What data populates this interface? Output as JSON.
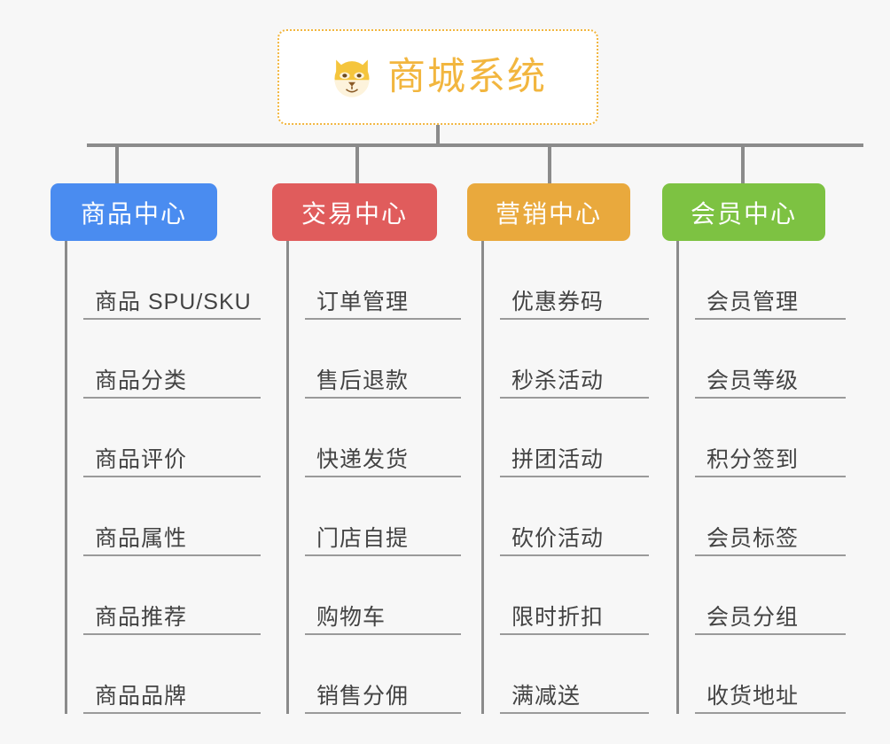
{
  "root": {
    "title": "商城系统",
    "icon": "shiba-dog-face-icon",
    "border_color": "#f2b63f",
    "text_color": "#f2b63f",
    "background": "#ffffff"
  },
  "canvas": {
    "background": "#f7f7f7",
    "connector_color": "#8b8b8b"
  },
  "branches": [
    {
      "label": "商品中心",
      "color": "#4a8cf0",
      "items": [
        "商品 SPU/SKU",
        "商品分类",
        "商品评价",
        "商品属性",
        "商品推荐",
        "商品品牌"
      ]
    },
    {
      "label": "交易中心",
      "color": "#e05c5c",
      "items": [
        "订单管理",
        "售后退款",
        "快递发货",
        "门店自提",
        "购物车",
        "销售分佣"
      ]
    },
    {
      "label": "营销中心",
      "color": "#e9a93d",
      "items": [
        "优惠券码",
        "秒杀活动",
        "拼团活动",
        "砍价活动",
        "限时折扣",
        "满减送"
      ]
    },
    {
      "label": "会员中心",
      "color": "#7dc242",
      "items": [
        "会员管理",
        "会员等级",
        "积分签到",
        "会员标签",
        "会员分组",
        "收货地址"
      ]
    }
  ]
}
